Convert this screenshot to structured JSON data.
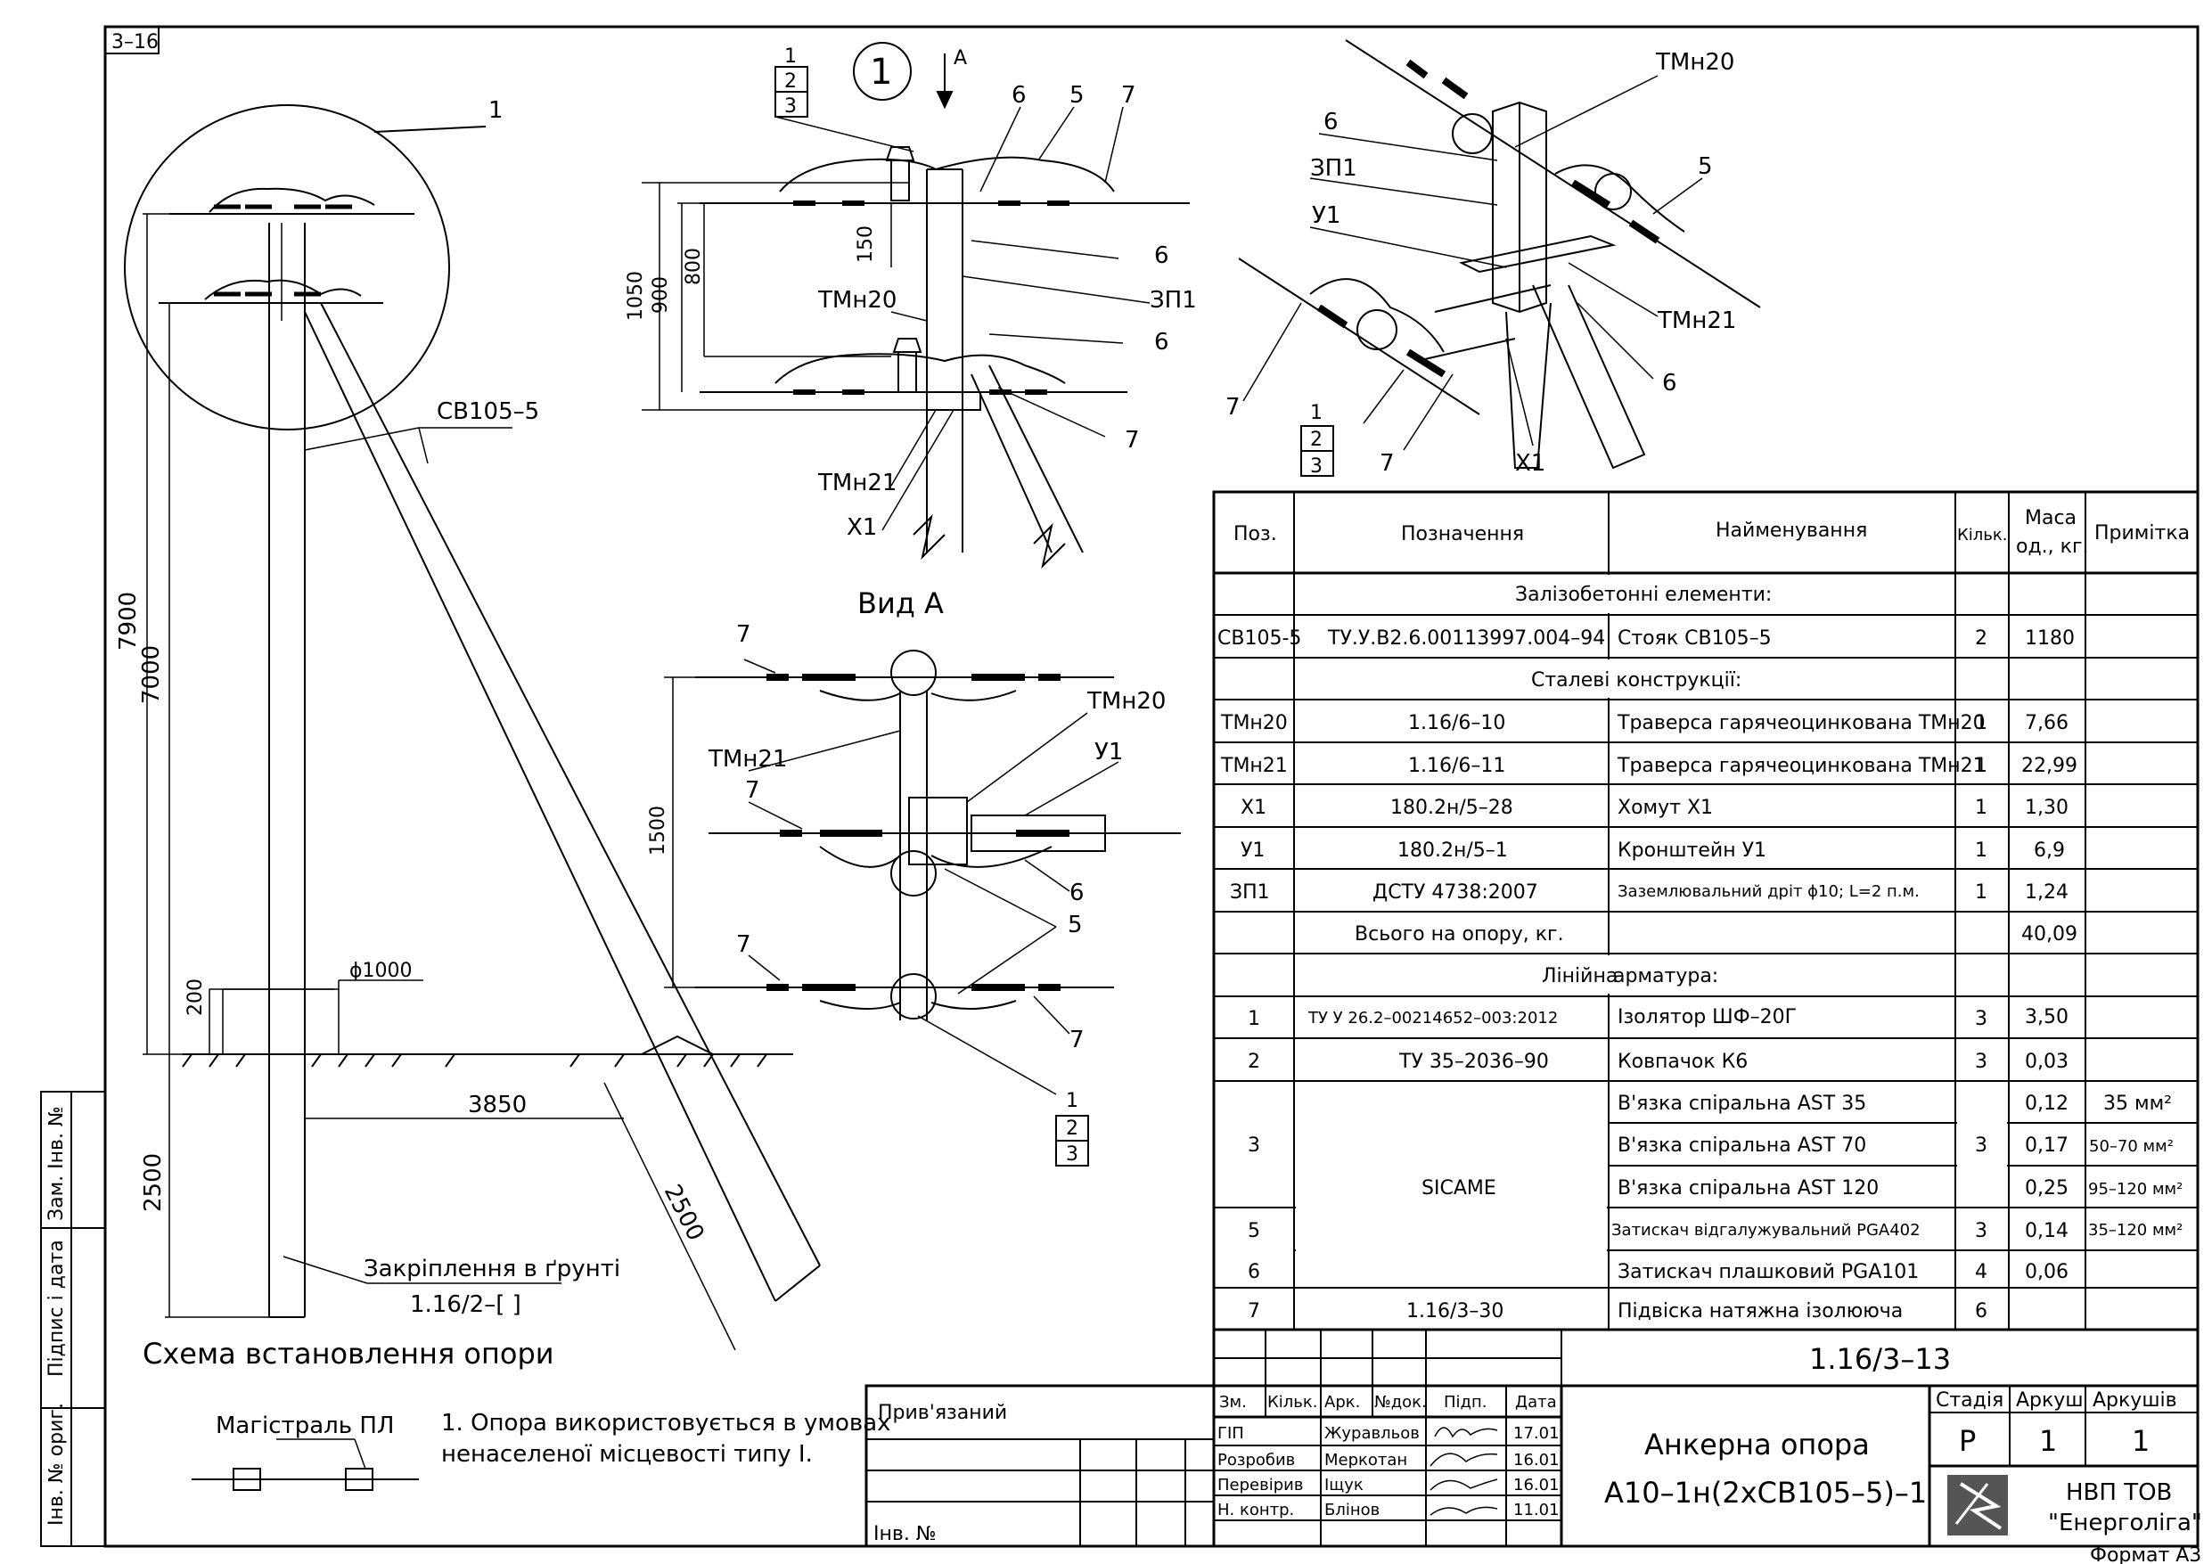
{
  "sheet_tag": "3–16",
  "format": "Формат А3",
  "scheme": {
    "title": "Схема встановлення опори",
    "callout_1": "1",
    "pole_label": "СВ105–5",
    "dim_7900": "7900",
    "dim_7000": "7000",
    "dim_200": "200",
    "dim_diam": "ϕ1000",
    "dim_3850": "3850",
    "dim_2500_left": "2500",
    "dim_2500_diag": "2500",
    "fixing_label": "Закріплення в ґрунті",
    "fixing_ref": "1.16/2–[    ]"
  },
  "legend": {
    "line_label": "Магістраль ПЛ",
    "note_line1": "1. Опора використовується в умовах",
    "note_line2": "ненаселеної місцевості типу I."
  },
  "view1": {
    "circle_num": "1",
    "arrow_label": "А",
    "stack": [
      "1",
      "2",
      "3"
    ],
    "lbl_6a": "6",
    "lbl_5": "5",
    "lbl_7a": "7",
    "lbl_6b": "6",
    "lbl_zp1": "ЗП1",
    "lbl_6c": "6",
    "lbl_7b": "7",
    "lbl_tmn20": "ТМн20",
    "lbl_tmn21": "ТМн21",
    "lbl_x1": "Х1",
    "dim_1050": "1050",
    "dim_900": "900",
    "dim_800": "800",
    "dim_150": "150"
  },
  "viewA": {
    "title": "Вид А",
    "lbl_7a": "7",
    "lbl_tmn20": "ТМн20",
    "lbl_tmn21": "ТМн21",
    "lbl_u1": "У1",
    "lbl_7b": "7",
    "lbl_6": "6",
    "lbl_5": "5",
    "lbl_7c": "7",
    "lbl_7d": "7",
    "dim_1500": "1500",
    "stack": [
      "1",
      "2",
      "3"
    ]
  },
  "iso": {
    "lbl_tmn20": "ТМн20",
    "lbl_6a": "6",
    "lbl_zp1": "ЗП1",
    "lbl_u1": "У1",
    "lbl_5": "5",
    "lbl_tmn21": "ТМн21",
    "lbl_6b": "6",
    "lbl_7a": "7",
    "lbl_7b": "7",
    "lbl_x1": "Х1",
    "stack": [
      "1",
      "2",
      "3"
    ]
  },
  "spec": {
    "headers": [
      "Поз.",
      "Позначення",
      "Найменування",
      "Кільк.",
      "Маса",
      "од., кг.",
      "Примітка"
    ],
    "sections": {
      "rc": "Залізобетонні елементи:",
      "steel": "Сталеві конструкції:",
      "line_prefix": "Лінійна",
      "line_suffix": "арматура:"
    },
    "rows_rc": [
      {
        "pos": "СВ105-5",
        "des": "ТУ.У.В2.6.00113997.004–94",
        "name": "Стояк СВ105–5",
        "qty": "2",
        "mass": "1180",
        "note": ""
      }
    ],
    "rows_steel": [
      {
        "pos": "ТМн20",
        "des": "1.16/6–10",
        "name": "Траверса гарячеоцинкована ТМн20",
        "qty": "1",
        "mass": "7,66",
        "note": ""
      },
      {
        "pos": "ТМн21",
        "des": "1.16/6–11",
        "name": "Траверса гарячеоцинкована ТМн21",
        "qty": "1",
        "mass": "22,99",
        "note": ""
      },
      {
        "pos": "Х1",
        "des": "180.2н/5–28",
        "name": "Хомут Х1",
        "qty": "1",
        "mass": "1,30",
        "note": ""
      },
      {
        "pos": "У1",
        "des": "180.2н/5–1",
        "name": "Кронштейн У1",
        "qty": "1",
        "mass": "6,9",
        "note": ""
      },
      {
        "pos": "ЗП1",
        "des": "ДСТУ 4738:2007",
        "name": "Заземлювальний дріт ϕ10; L=2 п.м.",
        "qty": "1",
        "mass": "1,24",
        "note": ""
      }
    ],
    "total_label": "Всього на опору, кг.",
    "total_value": "40,09",
    "rows_line": [
      {
        "pos": "1",
        "des": "ТУ У 26.2–00214652–003:2012",
        "name": "Ізолятор ШФ–20Г",
        "qty": "3",
        "mass": "3,50",
        "note": ""
      },
      {
        "pos": "2",
        "des": "ТУ 35–2036–90",
        "name": "Ковпачок К6",
        "qty": "3",
        "mass": "0,03",
        "note": ""
      }
    ],
    "pos3": "3",
    "sicame": "SICAME",
    "rows_3": [
      {
        "name": "В'язка спіральна AST 35",
        "mass": "0,12",
        "note": "35 мм²"
      },
      {
        "name": "В'язка спіральна AST 70",
        "mass": "0,17",
        "note": "50–70 мм²"
      },
      {
        "name": "В'язка спіральна AST 120",
        "mass": "0,25",
        "note": "95–120 мм²"
      }
    ],
    "qty3": "3",
    "row5": {
      "pos": "5",
      "name": "Затискач відгалужувальний PGA402",
      "qty": "3",
      "mass": "0,14",
      "note": "35–120 мм²"
    },
    "row6": {
      "pos": "6",
      "name": "Затискач плашковий PGA101",
      "qty": "4",
      "mass": "0,06"
    },
    "row7": {
      "pos": "7",
      "des": "1.16/3–30",
      "name": "Підвіска натяжна ізолююча",
      "qty": "6"
    }
  },
  "title_block": {
    "code": "1.16/3–13",
    "privyazaniy": "Прив'язаний",
    "inv_no": "Інв. №",
    "hdr": [
      "Зм.",
      "Кільк.",
      "Арк.",
      "№док.",
      "Підп.",
      "Дата"
    ],
    "people": [
      {
        "role": "ГІП",
        "name": "Журавльов",
        "date": "17.01"
      },
      {
        "role": "Розробив",
        "name": "Меркотан",
        "date": "16.01"
      },
      {
        "role": "Перевірив",
        "name": "Іщук",
        "date": "16.01"
      },
      {
        "role": "Н. контр.",
        "name": "Блінов",
        "date": "11.01"
      }
    ],
    "doc_title1": "Анкерна опора",
    "doc_title2": "А10–1н(2хСВ105–5)–1",
    "stage_h": "Стадія",
    "sheet_h": "Аркуш",
    "sheets_h": "Аркушів",
    "stage": "Р",
    "sheet": "1",
    "sheets": "1",
    "org1": "НВП ТОВ",
    "org2": "\"Енерголіга\""
  },
  "side_stamps": {
    "zam_inv": "Зам. Інв. №",
    "pidpys": "Підпис і дата",
    "inv_orig": "Інв. № ориг."
  }
}
